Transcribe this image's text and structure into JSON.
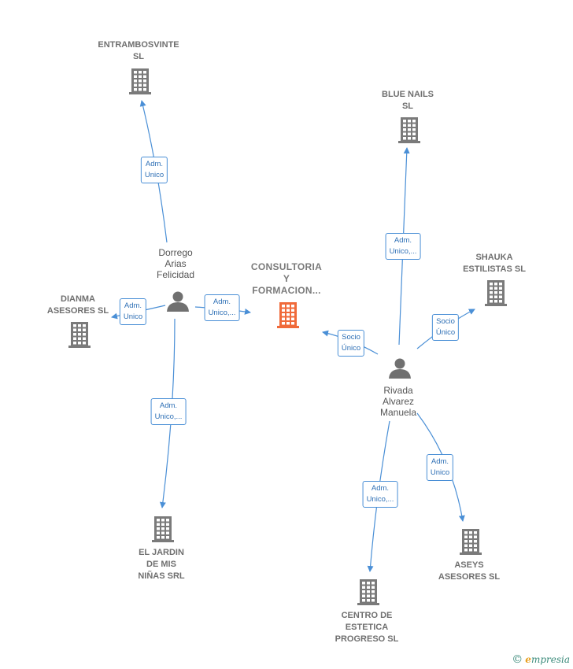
{
  "colors": {
    "edge": "#4a8fd6",
    "company": "#7a7a7a",
    "main_company": "#f06a3a",
    "person": "#707070"
  },
  "nodes": [
    {
      "id": "entrambosvinte",
      "type": "company",
      "label": "ENTRAMBOSVINTE\nSL"
    },
    {
      "id": "blue_nails",
      "type": "company",
      "label": "BLUE NAILS\nSL"
    },
    {
      "id": "shauka",
      "type": "company",
      "label": "SHAUKA\nESTILISTAS SL"
    },
    {
      "id": "dorrego",
      "type": "person",
      "label": "Dorrego\nArias\nFelicidad"
    },
    {
      "id": "consultoria",
      "type": "main",
      "label": "CONSULTORIA\nY\nFORMACION..."
    },
    {
      "id": "dianma",
      "type": "company",
      "label": "DIANMA\nASESORES  SL"
    },
    {
      "id": "rivada",
      "type": "person",
      "label": "Rivada\nAlvarez\nManuela"
    },
    {
      "id": "jardin",
      "type": "company",
      "label": "EL JARDIN\nDE MIS\nNIÑAS SRL"
    },
    {
      "id": "aseys",
      "type": "company",
      "label": "ASEYS\nASESORES SL"
    },
    {
      "id": "centro",
      "type": "company",
      "label": "CENTRO DE\nESTETICA\nPROGRESO  SL"
    }
  ],
  "edges": [
    {
      "from": "dorrego",
      "to": "entrambosvinte",
      "label": "Adm.\nUnico"
    },
    {
      "from": "dorrego",
      "to": "dianma",
      "label": "Adm.\nUnico"
    },
    {
      "from": "dorrego",
      "to": "consultoria",
      "label": "Adm.\nUnico,..."
    },
    {
      "from": "dorrego",
      "to": "jardin",
      "label": "Adm.\nUnico,..."
    },
    {
      "from": "rivada",
      "to": "blue_nails",
      "label": "Adm.\nUnico,..."
    },
    {
      "from": "rivada",
      "to": "shauka",
      "label": "Socio\nÚnico"
    },
    {
      "from": "rivada",
      "to": "consultoria",
      "label": "Socio\nÚnico"
    },
    {
      "from": "rivada",
      "to": "aseys",
      "label": "Adm.\nUnico"
    },
    {
      "from": "rivada",
      "to": "centro",
      "label": "Adm.\nUnico,..."
    }
  ],
  "footer": {
    "copyright": "©",
    "brand_first": "e",
    "brand_rest": "mpresia"
  }
}
